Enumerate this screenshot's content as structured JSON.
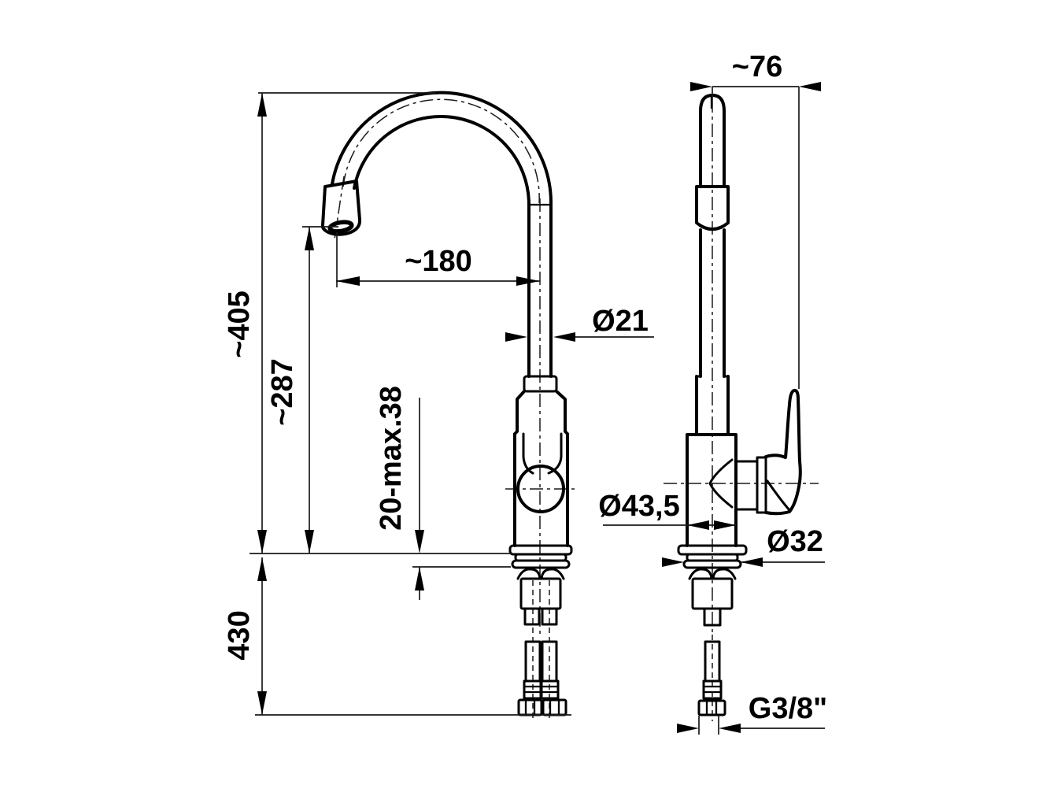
{
  "palette": {
    "background": "#ffffff",
    "line": "#000000"
  },
  "dimensions": {
    "overall_height": "~405",
    "outlet_height": "~287",
    "spout_reach": "~180",
    "spout_tube_diameter": "Ø21",
    "mounting_range": "20-max.38",
    "hose_length": "430",
    "handle_reach": "~76",
    "body_diameter": "Ø43,5",
    "shank_diameter": "Ø32",
    "thread": "G3/8\""
  }
}
